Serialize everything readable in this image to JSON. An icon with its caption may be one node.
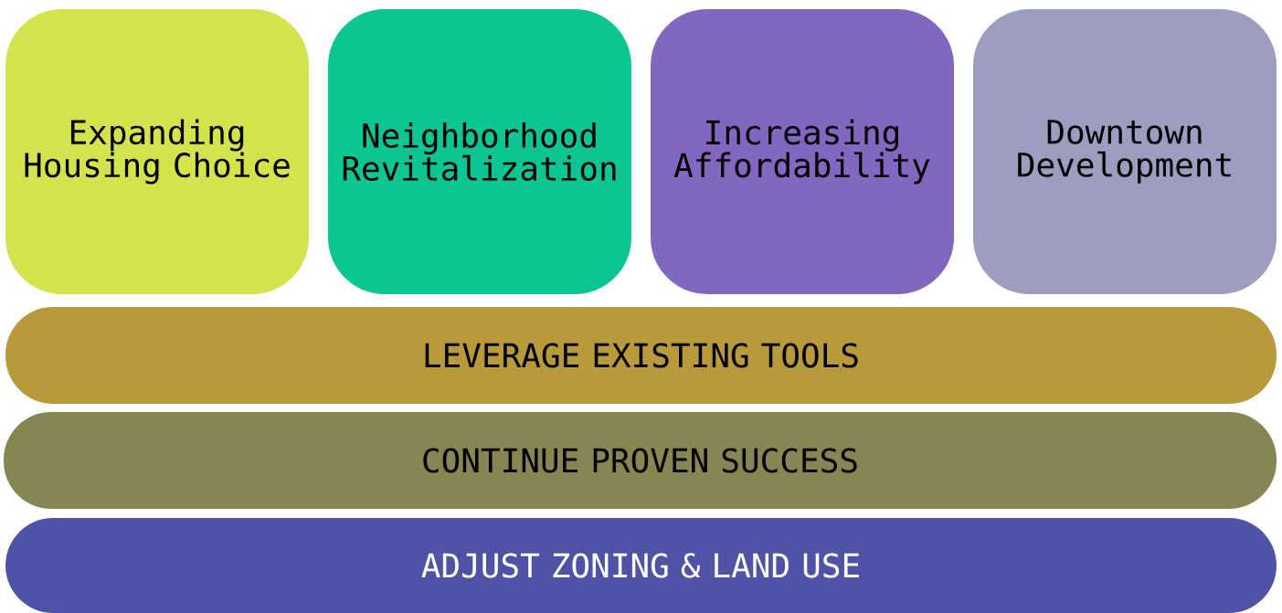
{
  "diagram": {
    "nodes": [
      {
        "text": [
          "Expanding Housing Choice"
        ]
      },
      {
        "text": [
          "Neighborhood Revitalization"
        ]
      },
      {
        "text": [
          "Increasing Affordability"
        ]
      },
      {
        "text": [
          "Downtown Development"
        ]
      },
      {
        "text": [
          "LEVERAGE EXISTING TOOLS"
        ]
      },
      {
        "text": [
          "CONTINUE PROVEN SUCCESS"
        ]
      },
      {
        "text": [
          "ADJUST ZONING & LAND USE"
        ]
      }
    ]
  }
}
